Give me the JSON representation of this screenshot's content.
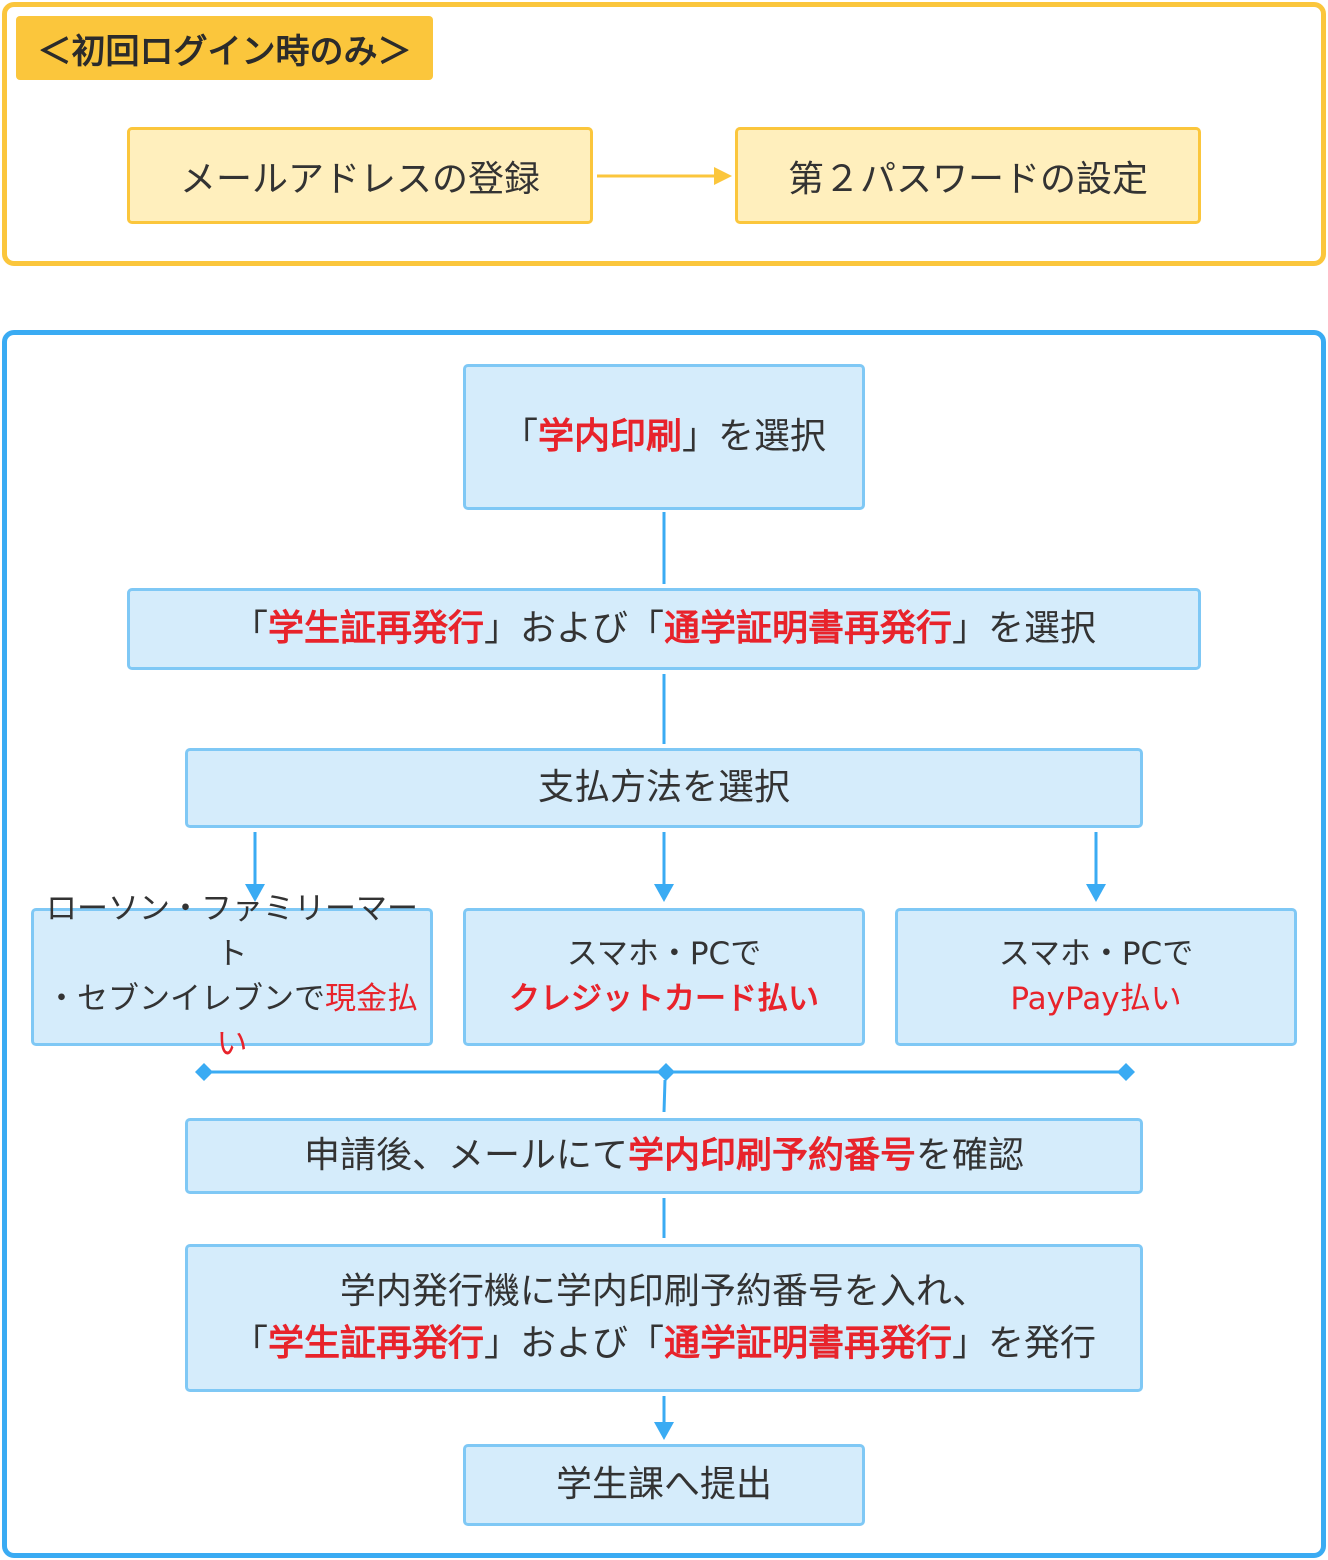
{
  "first_login": {
    "tag": "＜初回ログイン時のみ＞",
    "step1": "メールアドレスの登録",
    "step2": "第２パスワードの設定"
  },
  "flow": {
    "s1": {
      "pre": "「",
      "hl": "学内印刷",
      "post": "」を選択"
    },
    "s2": {
      "a": "「",
      "hl1": "学生証再発行",
      "b": "」および「",
      "hl2": "通学証明書再発行",
      "c": "」を選択"
    },
    "s3": "支払方法を選択",
    "pay1": {
      "line1": "ローソン・ファミリーマート",
      "line2a": "・セブンイレブンで",
      "line2hl": "現金払い"
    },
    "pay2": {
      "line1": "スマホ・PCで",
      "line2hl": "クレジットカード払い"
    },
    "pay3": {
      "line1": "スマホ・PCで",
      "line2hl": "PayPay払い"
    },
    "s4": {
      "pre": "申請後、メールにて",
      "hl": "学内印刷予約番号",
      "post": "を確認"
    },
    "s5": {
      "line1": "学内発行機に学内印刷予約番号を入れ、",
      "a": "「",
      "hl1": "学生証再発行",
      "b": "」および「",
      "hl2": "通学証明書再発行",
      "c": "」を発行"
    },
    "s6": "学生課へ提出"
  },
  "colors": {
    "yellow": "#fbc63c",
    "blue": "#3aabf3",
    "highlight": "#e8232b"
  }
}
